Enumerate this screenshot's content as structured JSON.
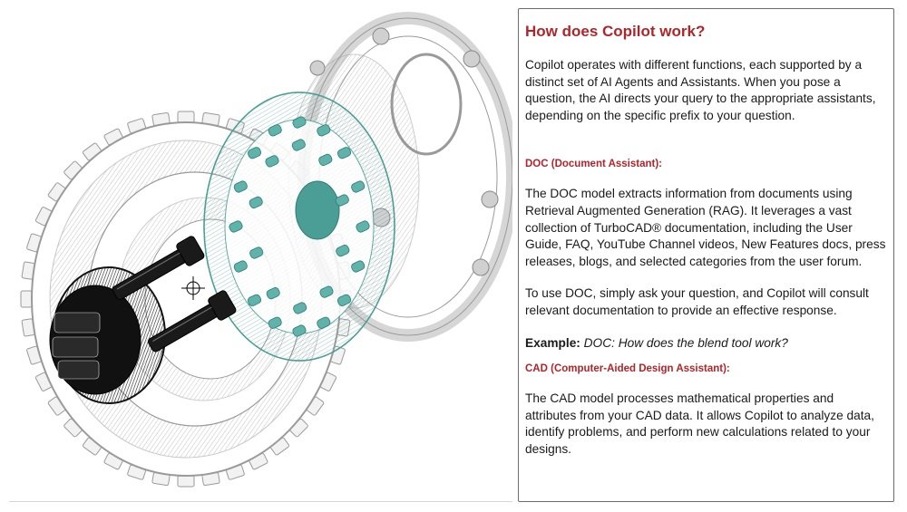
{
  "panel": {
    "title": "How does Copilot work?",
    "intro": "Copilot operates with different functions, each supported by a distinct set of AI Agents and Assistants. When you pose a question, the AI directs your query to the appropriate assistants, depending on the specific prefix to your question.",
    "doc": {
      "heading": "DOC (Document Assistant):",
      "body": "The DOC model extracts information from documents using Retrieval Augmented Generation (RAG). It leverages a vast collection of TurboCAD® documentation, including the User Guide, FAQ, YouTube Channel videos, New Features docs, press releases, blogs, and selected categories from the user forum.",
      "usage": "To use DOC, simply ask your question, and Copilot will consult relevant documentation to provide an effective response.",
      "example_label": "Example:",
      "example_text": "DOC: How does the blend tool work?"
    },
    "cad": {
      "heading": "CAD (Computer-Aided Design Assistant):",
      "body": "The CAD model processes mathematical properties and attributes from your CAD data. It allows Copilot to analyze data, identify problems, and perform new calculations related to your designs."
    }
  },
  "colors": {
    "accent_red": "#b0252a",
    "teal": "#4a9e96",
    "gear_gray": "#9a9a9a",
    "dark_part": "#111111"
  },
  "icons": {
    "cursor": "crosshair-cursor-icon"
  }
}
